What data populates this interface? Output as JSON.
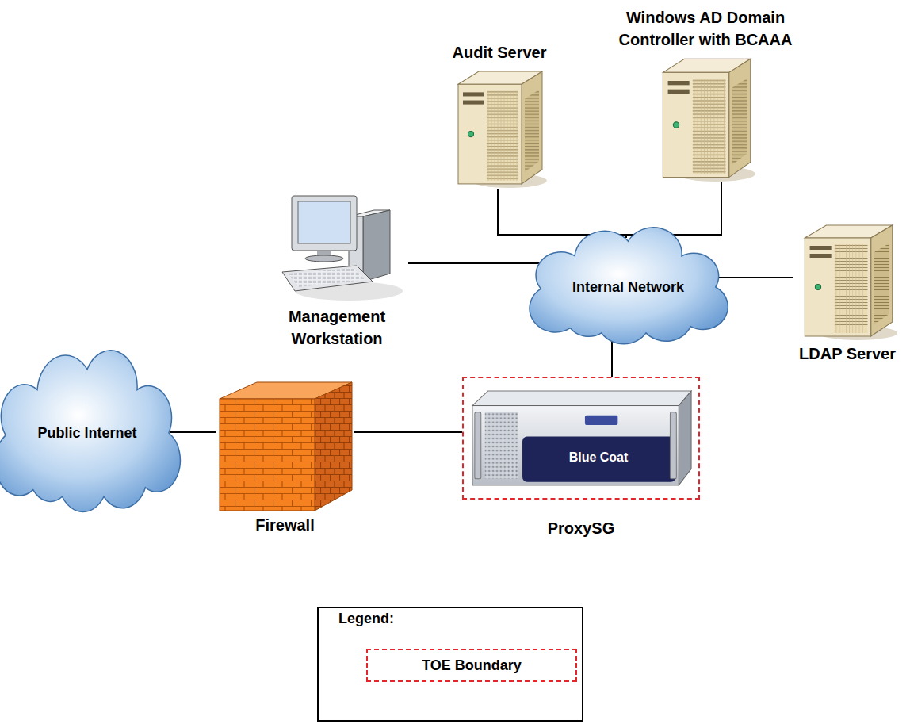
{
  "diagram": {
    "nodes": [
      {
        "text": [
          "Audit Server"
        ]
      },
      {
        "text": [
          "Windows AD Domain Controller with BCAAA"
        ]
      },
      {
        "text": [
          "Management Workstation"
        ]
      },
      {
        "text": [
          "Internal Network"
        ]
      },
      {
        "text": [
          "LDAP Server"
        ]
      },
      {
        "text": [
          "Public Internet"
        ]
      },
      {
        "text": [
          "Firewall"
        ]
      },
      {
        "text": [
          "ProxySG"
        ]
      }
    ],
    "edges": [
      {
        "from": 0,
        "to": 3,
        "arrow": "none"
      },
      {
        "from": 1,
        "to": 3,
        "arrow": "none"
      },
      {
        "from": 2,
        "to": 3,
        "arrow": "none"
      },
      {
        "from": 3,
        "to": 4,
        "arrow": "none"
      },
      {
        "from": 3,
        "to": 7,
        "arrow": "none"
      },
      {
        "from": 5,
        "to": 6,
        "arrow": "none"
      },
      {
        "from": 6,
        "to": 7,
        "arrow": "none"
      }
    ],
    "labels": [
      "Blue Coat",
      "Legend:"
    ],
    "legend": [
      {
        "text": "TOE Boundary"
      }
    ]
  }
}
